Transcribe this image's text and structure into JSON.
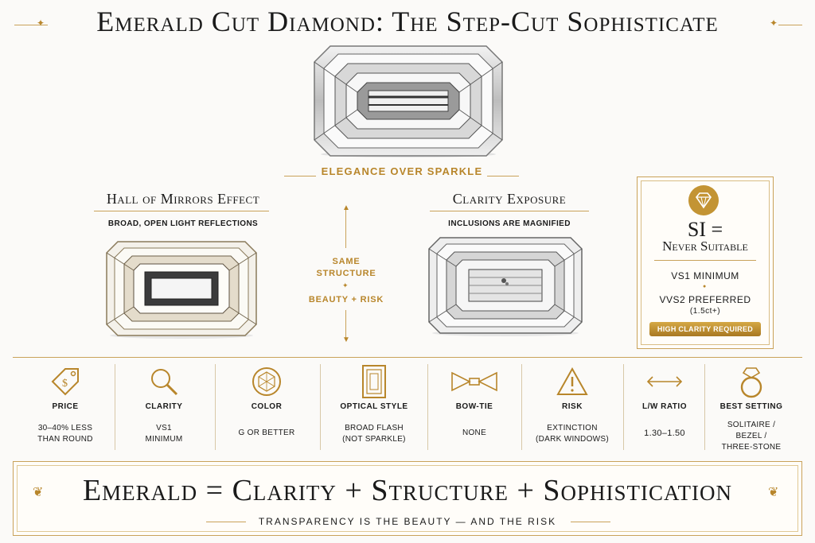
{
  "title": "Emerald Cut Diamond: The Step-Cut Sophisticate",
  "tagline": "Elegance Over Sparkle",
  "left_panel": {
    "title": "Hall of Mirrors Effect",
    "subtitle": "Broad, Open Light Reflections"
  },
  "middle": {
    "line1": "Same",
    "line2": "Structure",
    "line3": "Beauty + Risk"
  },
  "right_panel": {
    "title": "Clarity Exposure",
    "subtitle": "Inclusions Are Magnified"
  },
  "clarity_box": {
    "icon": "diamond-icon",
    "heading": "SI =",
    "heading2": "Never Suitable",
    "line1": "VS1 Minimum",
    "line2": "VVS2 Preferred",
    "line3": "(1.5ct+)",
    "badge": "High Clarity Required"
  },
  "metrics": [
    {
      "icon": "price-tag-icon",
      "label": "PRICE",
      "value_l1": "30–40% LESS",
      "value_l2": "THAN ROUND",
      "value_l3": ""
    },
    {
      "icon": "magnifier-icon",
      "label": "CLARITY",
      "value_l1": "VS1",
      "value_l2": "MINIMUM",
      "value_l3": ""
    },
    {
      "icon": "round-diamond-icon",
      "label": "COLOR",
      "value_l1": "G OR BETTER",
      "value_l2": "",
      "value_l3": ""
    },
    {
      "icon": "step-cut-icon",
      "label": "OPTICAL STYLE",
      "value_l1": "BROAD FLASH",
      "value_l2": "(NOT SPARKLE)",
      "value_l3": ""
    },
    {
      "icon": "bow-tie-icon",
      "label": "BOW-TIE",
      "value_l1": "NONE",
      "value_l2": "",
      "value_l3": ""
    },
    {
      "icon": "warning-icon",
      "label": "RISK",
      "value_l1": "EXTINCTION",
      "value_l2": "(DARK WINDOWS)",
      "value_l3": ""
    },
    {
      "icon": "double-arrow-icon",
      "label": "L/W RATIO",
      "value_l1": "1.30–1.50",
      "value_l2": "",
      "value_l3": ""
    },
    {
      "icon": "ring-icon",
      "label": "BEST SETTING",
      "value_l1": "SOLITAIRE /",
      "value_l2": "BEZEL /",
      "value_l3": "THREE-STONE"
    }
  ],
  "banner": {
    "title": "Emerald = Clarity + Structure + Sophistication",
    "subtitle": "TRANSPARENCY IS THE BEAUTY — AND THE RISK"
  },
  "colors": {
    "gold": "#b8862b",
    "ink": "#1a1a1a",
    "background": "#fbfaf8"
  }
}
